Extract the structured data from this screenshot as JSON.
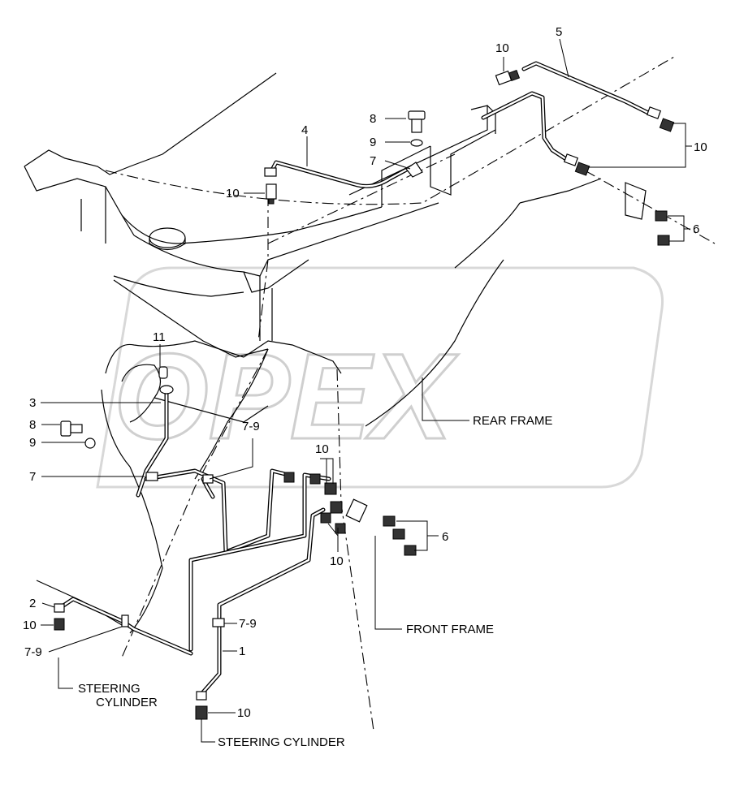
{
  "watermark": {
    "text": "OPEX",
    "color": "#cfcfcf"
  },
  "corner_mark": "",
  "callouts": {
    "c10_top": "10",
    "c5": "5",
    "c8_top": "8",
    "c9_top": "9",
    "c7_top": "7",
    "c4": "4",
    "c10_left_top": "10",
    "c10_right": "10",
    "c6_right": "6",
    "c11": "11",
    "c3": "3",
    "c8_left": "8",
    "c9_left": "9",
    "c7_left": "7",
    "c79_mid": "7-9",
    "c10_center_top": "10",
    "c10_center_bottom": "10",
    "c6_center": "6",
    "c2": "2",
    "c10_lower_left": "10",
    "c79_lower_left": "7-9",
    "c79_lower_mid": "7-9",
    "c1": "1",
    "c10_bottom": "10"
  },
  "labels": {
    "rear_frame": "REAR FRAME",
    "front_frame": "FRONT FRAME",
    "steering_cylinder_left_1": "STEERING",
    "steering_cylinder_left_2": "CYLINDER",
    "steering_cylinder_bottom": "STEERING CYLINDER"
  }
}
